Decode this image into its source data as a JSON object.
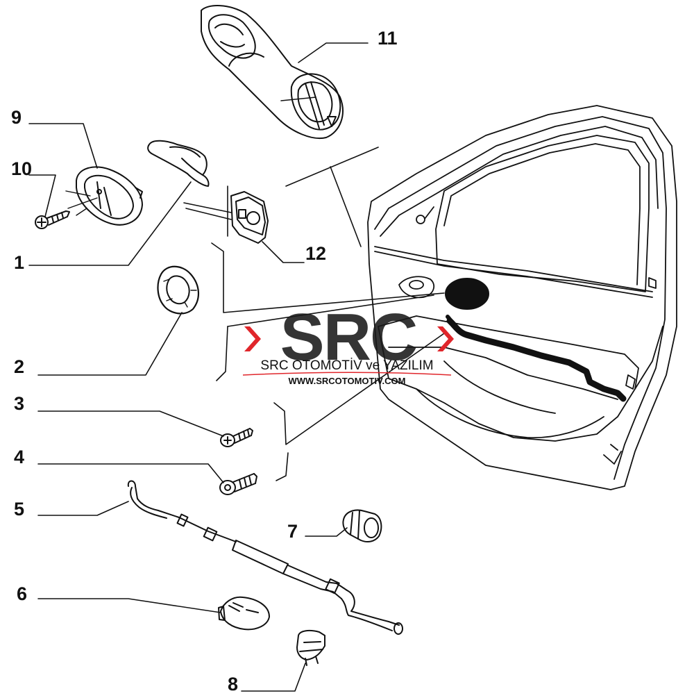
{
  "callouts": {
    "c1": "1",
    "c2": "2",
    "c3": "3",
    "c4": "4",
    "c5": "5",
    "c6": "6",
    "c7": "7",
    "c8": "8",
    "c9": "9",
    "c10": "10",
    "c11": "11",
    "c12": "12"
  },
  "watermark": {
    "logo_text": "SRC",
    "company": "SRC OTOMOTİV ve YAZILIM",
    "url": "WWW.SRCOTOMOTIV.COM",
    "accent_color": "#e0262b"
  },
  "line_color": "#111111"
}
